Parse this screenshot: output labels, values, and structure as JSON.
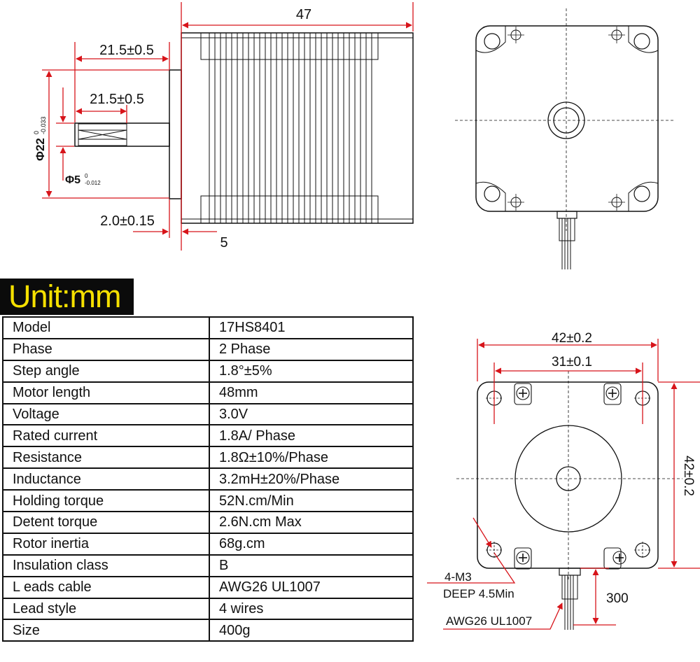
{
  "unit_label": "Unit:mm",
  "specs": [
    {
      "key": "Model",
      "value": "17HS8401"
    },
    {
      "key": "Phase",
      "value": "2 Phase"
    },
    {
      "key": "Step angle",
      "value": "1.8°±5%"
    },
    {
      "key": "Motor length",
      "value": "48mm"
    },
    {
      "key": "Voltage",
      "value": "3.0V"
    },
    {
      "key": "Rated current",
      "value": "1.8A/ Phase"
    },
    {
      "key": "Resistance",
      "value": "1.8Ω±10%/Phase"
    },
    {
      "key": "Inductance",
      "value": "3.2mH±20%/Phase"
    },
    {
      "key": "Holding torque",
      "value": "52N.cm/Min"
    },
    {
      "key": "Detent torque",
      "value": "2.6N.cm Max"
    },
    {
      "key": "Rotor inertia",
      "value": "68g.cm"
    },
    {
      "key": "Insulation class",
      "value": "B"
    },
    {
      "key": "L eads cable",
      "value": "AWG26 UL1007"
    },
    {
      "key": "Lead style",
      "value": "4 wires"
    },
    {
      "key": "Size",
      "value": "400g"
    }
  ],
  "side_view": {
    "dim_body_length": "47",
    "dim_shaft_length": "21.5±0.5",
    "dim_flat_length": "21.5±0.5",
    "dim_boss_diameter": "Φ22",
    "dim_boss_tol_upper": "0",
    "dim_boss_tol_lower": "-0.033",
    "dim_shaft_diameter": "Φ5",
    "dim_shaft_tol_upper": "0",
    "dim_shaft_tol_lower": "-0.012",
    "dim_boss_height": "2.0±0.15",
    "dim_flange": "5"
  },
  "front_view": {
    "dim_width_outer": "42±0.2",
    "dim_hole_spacing": "31±0.1",
    "dim_height": "42±0.2",
    "note_screw": "4-M3",
    "note_depth": "DEEP  4.5Min",
    "dim_cable_length": "300",
    "note_cable": "AWG26 UL1007"
  },
  "colors": {
    "dimension": "#d7141a",
    "outline": "#111111",
    "unit_text": "#f5e000",
    "unit_bg": "#0b0b0b"
  }
}
